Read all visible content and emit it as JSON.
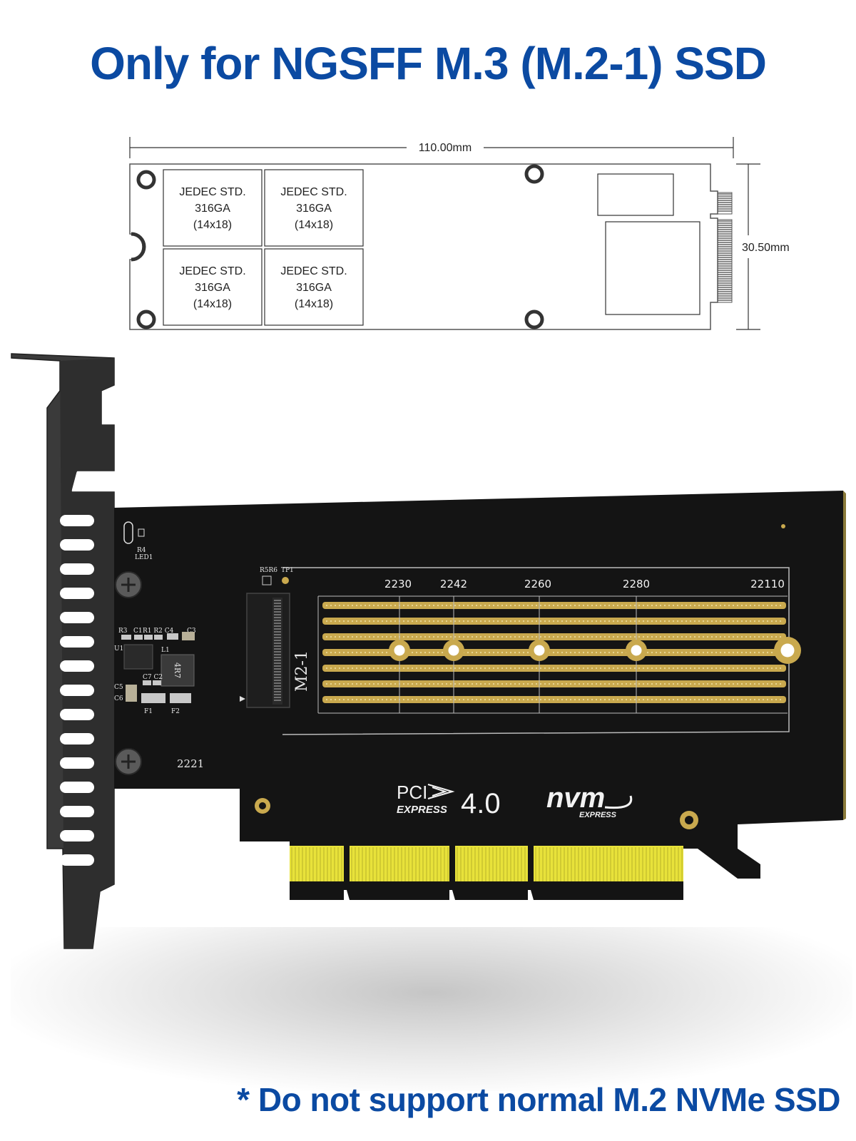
{
  "title": "Only for NGSFF M.3 (M.2-1) SSD",
  "diagram": {
    "width_label": "110.00mm",
    "height_label": "30.50mm",
    "chips": [
      {
        "line1": "JEDEC STD.",
        "line2": "316GA",
        "line3": "(14x18)"
      },
      {
        "line1": "JEDEC STD.",
        "line2": "316GA",
        "line3": "(14x18)"
      },
      {
        "line1": "JEDEC STD.",
        "line2": "316GA",
        "line3": "(14x18)"
      },
      {
        "line1": "JEDEC STD.",
        "line2": "316GA",
        "line3": "(14x18)"
      }
    ]
  },
  "card": {
    "slot_label": "M2-1",
    "sizes": [
      "2230",
      "2242",
      "2260",
      "2280",
      "22110"
    ],
    "pcie_text": "PCI",
    "pcie_sub": "EXPRESS",
    "pcie_version": "4.0",
    "nvme_text": "nvm",
    "nvme_sub": "EXPRESS",
    "silk": {
      "r5r6": "R5R6",
      "tp1": "TP1",
      "r4": "R4",
      "led1": "LED1",
      "r3": "R3",
      "c1": "C1",
      "r1r2c4": "R1 R2 C4",
      "c3": "C3",
      "u1": "U1",
      "l1": "L1",
      "inductor": "4R7",
      "c7c2": "C7 C2",
      "c5": "C5",
      "c6": "C6",
      "f1": "F1",
      "f2": "F2",
      "date": "2221"
    }
  },
  "footnote": "* Do not support normal M.2 NVMe SSD",
  "colors": {
    "title_blue": "#0b4aa2",
    "pcb": "#141414",
    "gold": "#c9a94e",
    "finger": "#e8e23a"
  }
}
